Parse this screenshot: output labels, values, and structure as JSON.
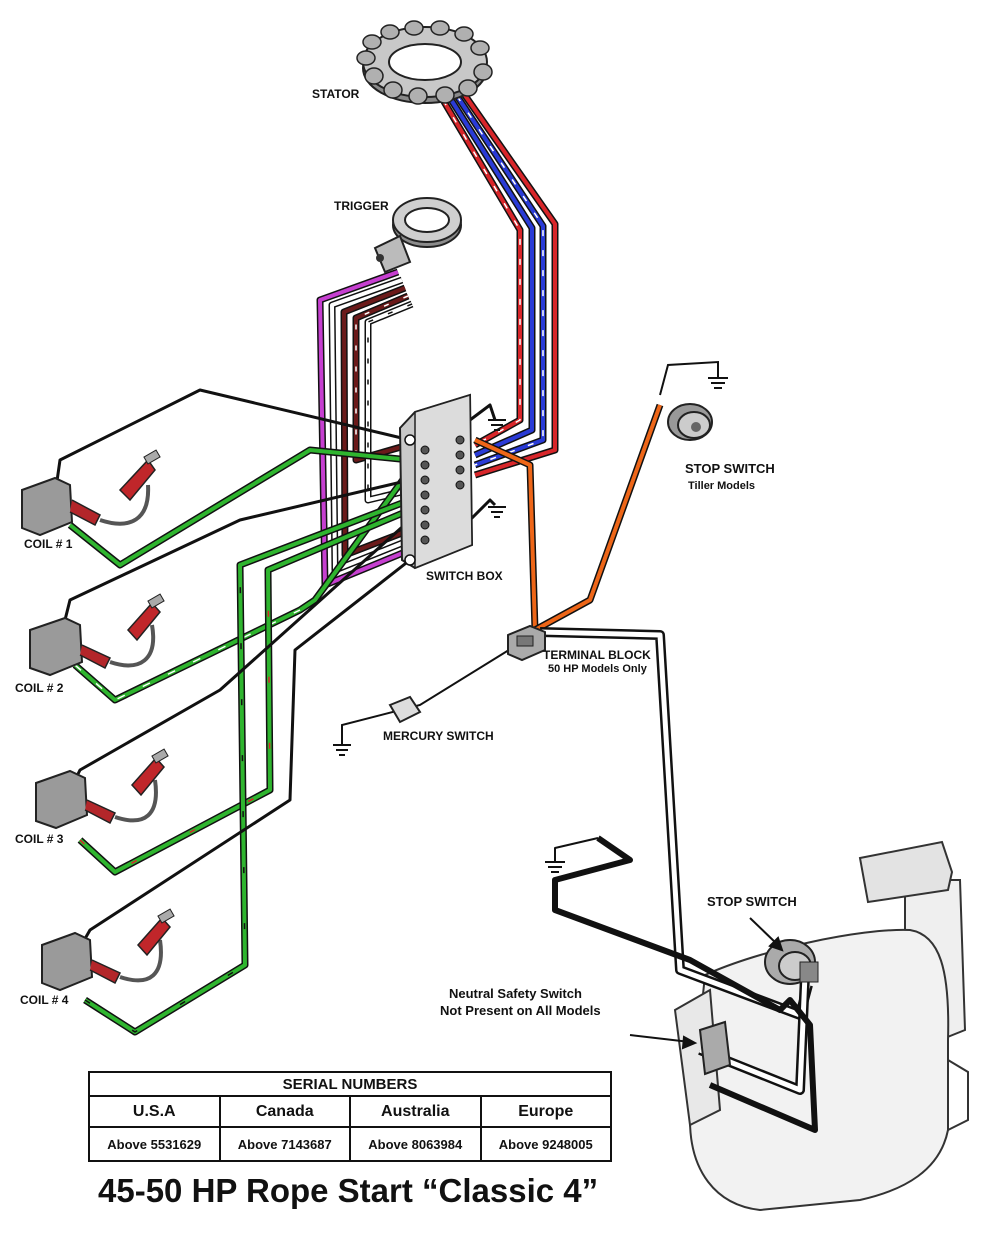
{
  "labels": {
    "stator": "STATOR",
    "trigger": "TRIGGER",
    "switch_box": "SWITCH BOX",
    "coil1": "COIL # 1",
    "coil2": "COIL # 2",
    "coil3": "COIL # 3",
    "coil4": "COIL # 4",
    "stop_switch_tiller": "STOP SWITCH",
    "stop_switch_tiller_sub": "Tiller Models",
    "terminal_block": "TERMINAL BLOCK",
    "terminal_block_sub": "50 HP Models Only",
    "mercury_switch": "MERCURY SWITCH",
    "stop_switch_remote": "STOP SWITCH",
    "neutral_line1": "Neutral Safety Switch",
    "neutral_line2": "Not Present on All Models"
  },
  "serial_table": {
    "title": "SERIAL NUMBERS",
    "columns": [
      "U.S.A",
      "Canada",
      "Australia",
      "Europe"
    ],
    "values": [
      "Above 5531629",
      "Above 7143687",
      "Above 8063984",
      "Above 9248005"
    ]
  },
  "title": "45-50 HP Rope Start “Classic 4”",
  "colors": {
    "wire_red": "#d8262a",
    "wire_blue": "#2a3bd6",
    "wire_green": "#2fb52f",
    "wire_violet": "#c63fd0",
    "wire_brown": "#6b1a1a",
    "wire_orange": "#ee6618",
    "wire_black": "#111111",
    "component_gray": "#9a9a9a"
  }
}
